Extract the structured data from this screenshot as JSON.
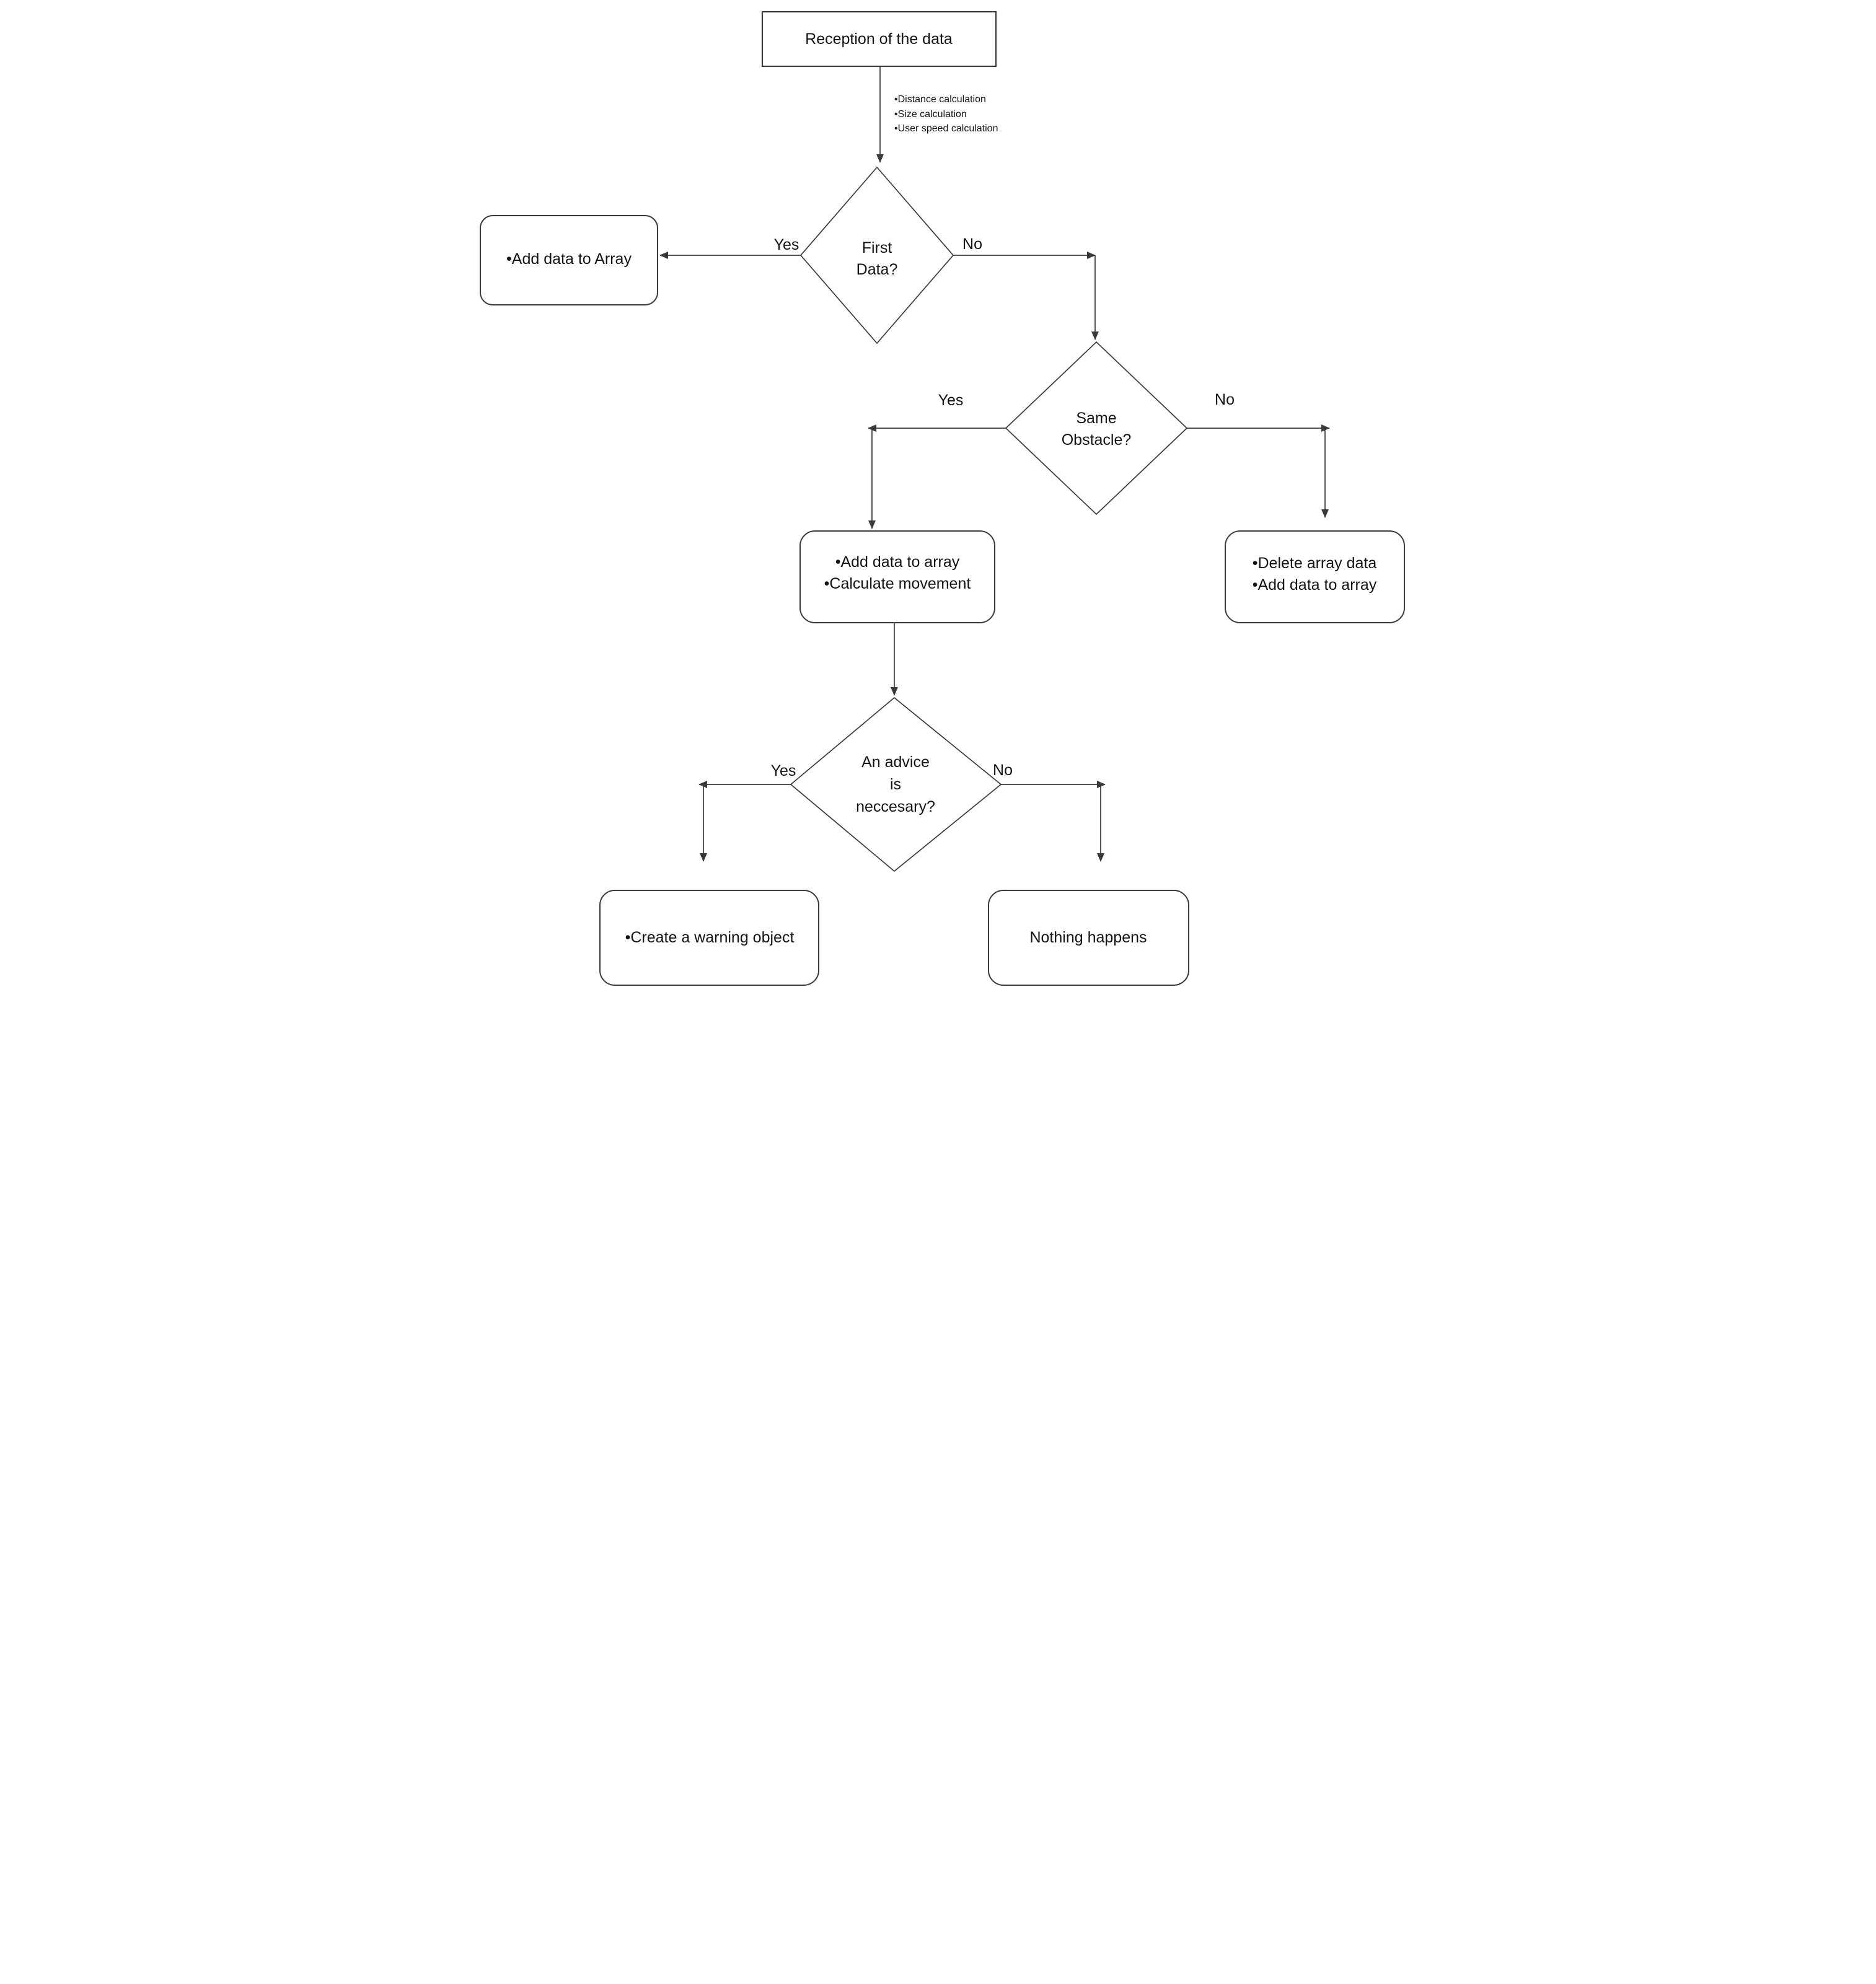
{
  "colors": {
    "background": "#ffffff",
    "line": "#3a3a3a",
    "text": "#141414"
  },
  "flowchart": {
    "start": {
      "label": "Reception of the data"
    },
    "annotations": {
      "items": [
        "•Distance calculation",
        "•Size calculation",
        "•User speed calculation"
      ]
    },
    "decisions": {
      "first_data": {
        "lines": [
          "First",
          "Data?"
        ],
        "yes": "Yes",
        "no": "No"
      },
      "same_obstacle": {
        "lines": [
          "Same",
          "Obstacle?"
        ],
        "yes": "Yes",
        "no": "No"
      },
      "advice": {
        "lines": [
          "An advice",
          "is",
          "neccesary?"
        ],
        "yes": "Yes",
        "no": "No"
      }
    },
    "processes": {
      "add_data_to_array": {
        "lines": [
          "•Add data to Array"
        ]
      },
      "add_and_calculate": {
        "lines": [
          "•Add data to array",
          "•Calculate movement"
        ]
      },
      "delete_and_add": {
        "lines": [
          "•Delete array data",
          "•Add data to array"
        ]
      },
      "create_warning": {
        "lines": [
          "•Create a warning object"
        ]
      },
      "nothing_happens": {
        "lines": [
          "Nothing happens"
        ]
      }
    }
  }
}
